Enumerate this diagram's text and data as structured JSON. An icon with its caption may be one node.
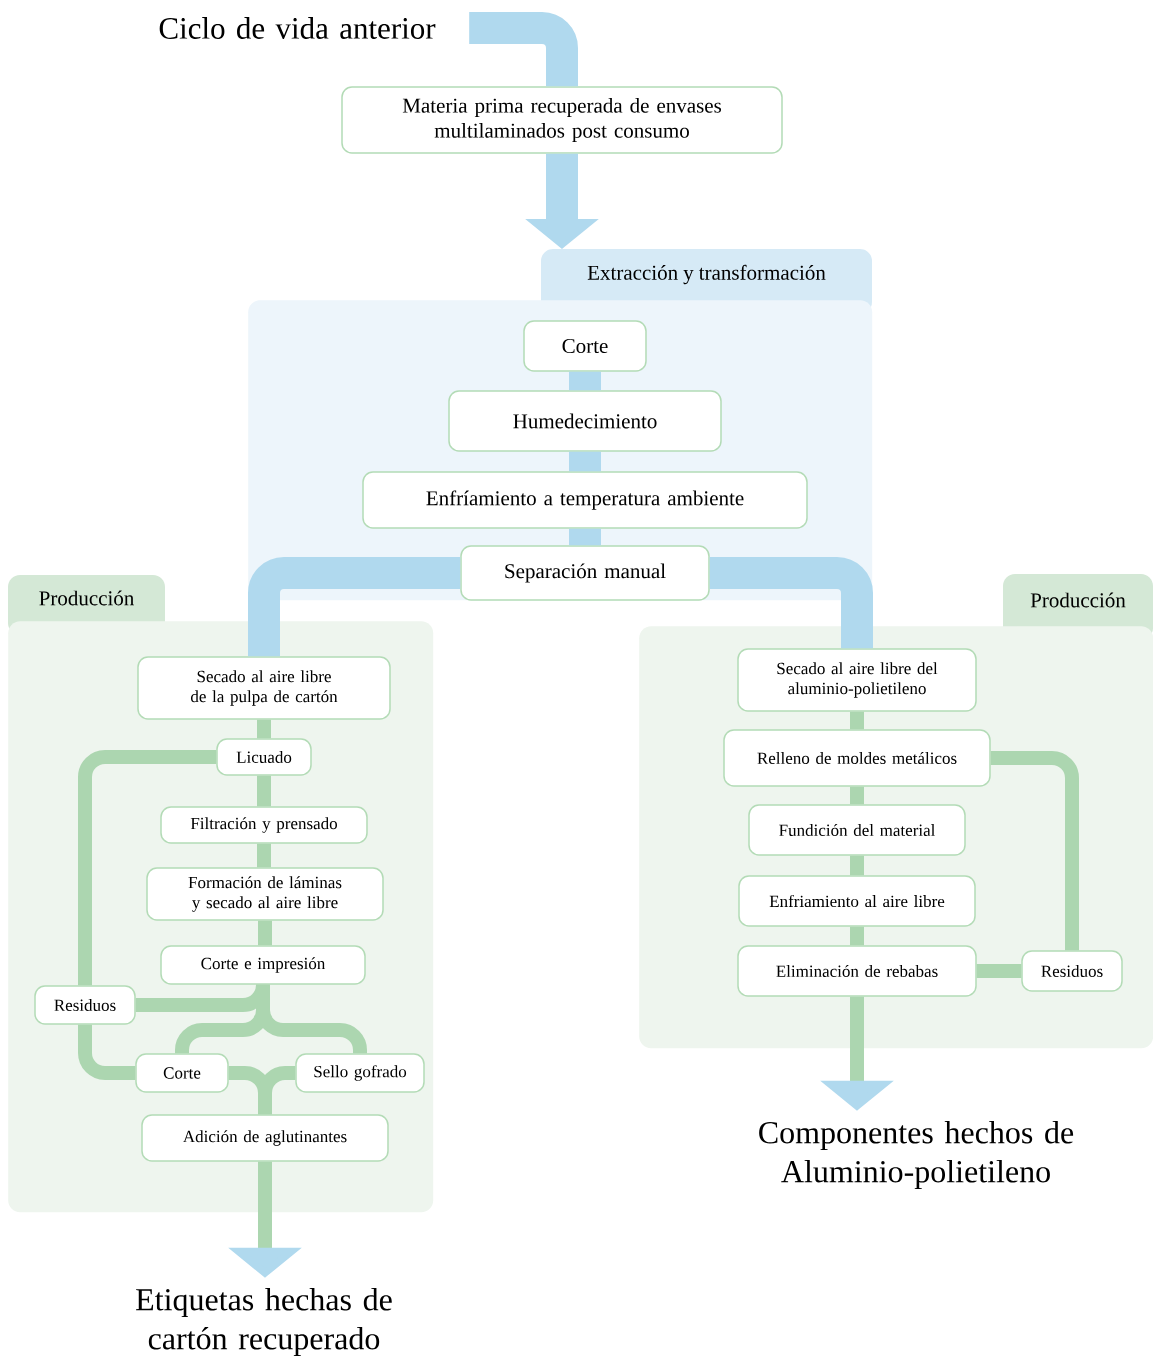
{
  "diagram": {
    "nodes": [
      {
        "text": [
          "Ciclo de vida anterior"
        ]
      },
      {
        "text": [
          "Materia prima recuperada de envases multilaminados post consumo"
        ]
      },
      {
        "text": [
          "Extracción y transformación"
        ]
      },
      {
        "text": [
          "Corte"
        ],
        "in": 2
      },
      {
        "text": [
          "Humedecimiento"
        ],
        "in": 2
      },
      {
        "text": [
          "Enfríamiento a temperatura ambiente"
        ],
        "in": 2
      },
      {
        "text": [
          "Separación manual"
        ],
        "in": 2
      },
      {
        "text": [
          "Producción"
        ]
      },
      {
        "text": [
          "Secado al aire libre de la pulpa de cartón"
        ],
        "in": 7
      },
      {
        "text": [
          "Licuado"
        ],
        "in": 7
      },
      {
        "text": [
          "Filtración y prensado"
        ],
        "in": 7
      },
      {
        "text": [
          "Formación de láminas y secado al aire libre"
        ],
        "in": 7
      },
      {
        "text": [
          "Corte e impresión"
        ],
        "in": 7
      },
      {
        "text": [
          "Residuos"
        ],
        "in": 7
      },
      {
        "text": [
          "Corte"
        ],
        "in": 7
      },
      {
        "text": [
          "Sello gofrado"
        ],
        "in": 7
      },
      {
        "text": [
          "Adición de aglutinantes"
        ],
        "in": 7
      },
      {
        "text": [
          "Etiquetas hechas de cartón recuperado"
        ]
      },
      {
        "text": [
          "Producción"
        ]
      },
      {
        "text": [
          "Secado al aire libre del aluminio-polietileno"
        ],
        "in": 18
      },
      {
        "text": [
          "Relleno de moldes metálicos"
        ],
        "in": 18
      },
      {
        "text": [
          "Fundición del material"
        ],
        "in": 18
      },
      {
        "text": [
          "Enfriamiento al aire libre"
        ],
        "in": 18
      },
      {
        "text": [
          "Eliminación de rebabas"
        ],
        "in": 18
      },
      {
        "text": [
          "Residuos"
        ],
        "in": 18
      },
      {
        "text": [
          "Componentes hechos de Aluminio-polietileno"
        ]
      }
    ],
    "edges": [
      {
        "from": 0,
        "to": 1,
        "arrow": "none",
        "style": "thick",
        "color": "#b0d9ee"
      },
      {
        "from": 1,
        "to": 2,
        "arrow": "to",
        "style": "thick",
        "color": "#b0d9ee"
      },
      {
        "from": 3,
        "to": 4,
        "arrow": "none",
        "style": "thick",
        "color": "#b0d9ee"
      },
      {
        "from": 4,
        "to": 5,
        "arrow": "none",
        "style": "thick",
        "color": "#b0d9ee"
      },
      {
        "from": 5,
        "to": 6,
        "arrow": "none",
        "style": "thick",
        "color": "#b0d9ee"
      },
      {
        "from": 6,
        "to": 8,
        "arrow": "none",
        "style": "thick",
        "color": "#b0d9ee"
      },
      {
        "from": 6,
        "to": 19,
        "arrow": "none",
        "style": "thick",
        "color": "#b0d9ee"
      },
      {
        "from": 8,
        "to": 9,
        "arrow": "none"
      },
      {
        "from": 9,
        "to": 10,
        "arrow": "none"
      },
      {
        "from": 10,
        "to": 11,
        "arrow": "none"
      },
      {
        "from": 11,
        "to": 12,
        "arrow": "none"
      },
      {
        "from": 9,
        "to": 13,
        "arrow": "none"
      },
      {
        "from": 12,
        "to": 13,
        "arrow": "none"
      },
      {
        "from": 13,
        "to": 14,
        "arrow": "none"
      },
      {
        "from": 12,
        "to": 14,
        "arrow": "none"
      },
      {
        "from": 12,
        "to": 15,
        "arrow": "none"
      },
      {
        "from": 14,
        "to": 16,
        "arrow": "none"
      },
      {
        "from": 15,
        "to": 16,
        "arrow": "none"
      },
      {
        "from": 16,
        "to": 17,
        "arrow": "to"
      },
      {
        "from": 19,
        "to": 20,
        "arrow": "none"
      },
      {
        "from": 20,
        "to": 21,
        "arrow": "none"
      },
      {
        "from": 21,
        "to": 22,
        "arrow": "none"
      },
      {
        "from": 22,
        "to": 23,
        "arrow": "none"
      },
      {
        "from": 20,
        "to": 24,
        "arrow": "none"
      },
      {
        "from": 23,
        "to": 24,
        "arrow": "none"
      },
      {
        "from": 23,
        "to": 25,
        "arrow": "to"
      }
    ]
  }
}
